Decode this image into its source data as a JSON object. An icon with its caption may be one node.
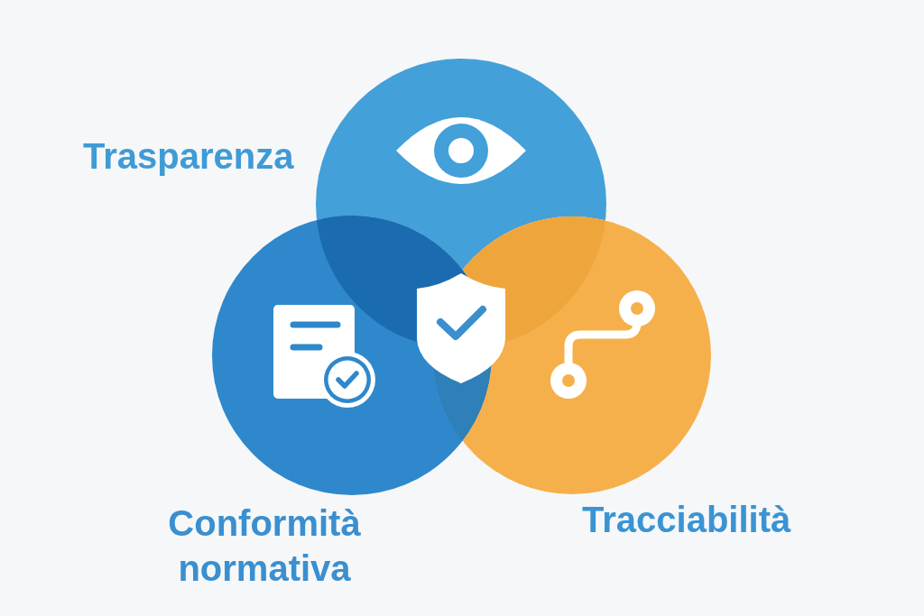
{
  "diagram": {
    "nodes": [
      {
        "text": [
          "Trasparenza"
        ]
      },
      {
        "text": [
          "Conformità normativa"
        ]
      },
      {
        "text": [
          "Tracciabilità"
        ]
      }
    ]
  }
}
